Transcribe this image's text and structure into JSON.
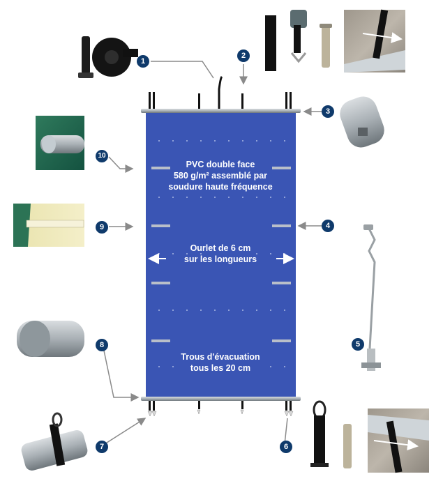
{
  "cover": {
    "label_material_line1": "PVC double face",
    "label_material_line2": "580 g/m² assemblé par",
    "label_material_line3": "soudure haute fréquence",
    "label_hem_line1": "Ourlet de 6 cm",
    "label_hem_line2": "sur les longueurs",
    "label_drain_line1": "Trous d'évacuation",
    "label_drain_line2": "tous les 20 cm",
    "color": "#3a55b4"
  },
  "callouts": {
    "c1": "1",
    "c2": "2",
    "c3": "3",
    "c4": "4",
    "c5": "5",
    "c6": "6",
    "c7": "7",
    "c8": "8",
    "c9": "9",
    "c10": "10"
  },
  "colors": {
    "badge": "#0f3a6b",
    "arrow": "#8a8a8a",
    "bar": "#9da3a8"
  }
}
